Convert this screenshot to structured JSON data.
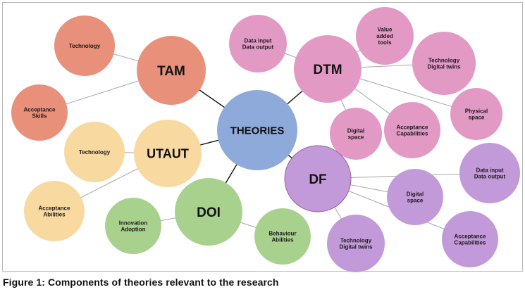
{
  "caption": "Figure 1: Components of theories relevant to the research",
  "colors": {
    "center": "#8eaadb",
    "tam": "#e8907a",
    "utaut": "#f8d9a0",
    "doi": "#a9d18e",
    "dtm": "#e29ac5",
    "df": "#c39ad9",
    "hub_edge": "#111111",
    "leaf_edge": "#a6a6a6"
  },
  "nodes": [
    {
      "id": "theories",
      "label": [
        "THEORIES"
      ],
      "group": "center",
      "type": "center"
    },
    {
      "id": "tam",
      "label": [
        "TAM"
      ],
      "group": "tam",
      "type": "hub"
    },
    {
      "id": "tam-tech",
      "label": [
        "Technology"
      ],
      "group": "tam",
      "type": "leaf"
    },
    {
      "id": "tam-acc",
      "label": [
        "Acceptance",
        "Skills"
      ],
      "group": "tam",
      "type": "leaf"
    },
    {
      "id": "utaut",
      "label": [
        "UTAUT"
      ],
      "group": "utaut",
      "type": "hub"
    },
    {
      "id": "utaut-tech",
      "label": [
        "Technology"
      ],
      "group": "utaut",
      "type": "leaf"
    },
    {
      "id": "utaut-acc",
      "label": [
        "Acceptance",
        "Abilities"
      ],
      "group": "utaut",
      "type": "leaf"
    },
    {
      "id": "doi",
      "label": [
        "DOI"
      ],
      "group": "doi",
      "type": "hub"
    },
    {
      "id": "doi-inno",
      "label": [
        "Innovation",
        "Adoption"
      ],
      "group": "doi",
      "type": "leaf"
    },
    {
      "id": "doi-beh",
      "label": [
        "Behaviour",
        "Abilities"
      ],
      "group": "doi",
      "type": "leaf"
    },
    {
      "id": "dtm",
      "label": [
        "DTM"
      ],
      "group": "dtm",
      "type": "hub"
    },
    {
      "id": "dtm-data",
      "label": [
        "Data input",
        "Data output"
      ],
      "group": "dtm",
      "type": "leaf"
    },
    {
      "id": "dtm-value",
      "label": [
        "Value",
        "added",
        "tools"
      ],
      "group": "dtm",
      "type": "leaf"
    },
    {
      "id": "dtm-tech",
      "label": [
        "Technology",
        "Digital twins"
      ],
      "group": "dtm",
      "type": "leaf"
    },
    {
      "id": "dtm-digital",
      "label": [
        "Digital",
        "space"
      ],
      "group": "dtm",
      "type": "leaf"
    },
    {
      "id": "dtm-acc",
      "label": [
        "Acceptance",
        "Capabilities"
      ],
      "group": "dtm",
      "type": "leaf"
    },
    {
      "id": "dtm-phys",
      "label": [
        "Physical",
        "space"
      ],
      "group": "dtm",
      "type": "leaf"
    },
    {
      "id": "df",
      "label": [
        "DF"
      ],
      "group": "df",
      "type": "hub"
    },
    {
      "id": "df-data",
      "label": [
        "Data input",
        "Data output"
      ],
      "group": "df",
      "type": "leaf"
    },
    {
      "id": "df-digital",
      "label": [
        "Digital",
        "space"
      ],
      "group": "df",
      "type": "leaf"
    },
    {
      "id": "df-tech",
      "label": [
        "Technology",
        "Digital twins"
      ],
      "group": "df",
      "type": "leaf"
    },
    {
      "id": "df-acc",
      "label": [
        "Acceptance",
        "Capabilities"
      ],
      "group": "df",
      "type": "leaf"
    }
  ],
  "edges": [
    [
      "theories",
      "tam"
    ],
    [
      "theories",
      "utaut"
    ],
    [
      "theories",
      "doi"
    ],
    [
      "theories",
      "dtm"
    ],
    [
      "theories",
      "df"
    ],
    [
      "tam",
      "tam-tech"
    ],
    [
      "tam",
      "tam-acc"
    ],
    [
      "utaut",
      "utaut-tech"
    ],
    [
      "utaut",
      "utaut-acc"
    ],
    [
      "doi",
      "doi-inno"
    ],
    [
      "doi",
      "doi-beh"
    ],
    [
      "dtm",
      "dtm-data"
    ],
    [
      "dtm",
      "dtm-value"
    ],
    [
      "dtm",
      "dtm-tech"
    ],
    [
      "dtm",
      "dtm-digital"
    ],
    [
      "dtm",
      "dtm-acc"
    ],
    [
      "dtm",
      "dtm-phys"
    ],
    [
      "df",
      "df-data"
    ],
    [
      "df",
      "df-digital"
    ],
    [
      "df",
      "df-tech"
    ],
    [
      "df",
      "df-acc"
    ]
  ]
}
